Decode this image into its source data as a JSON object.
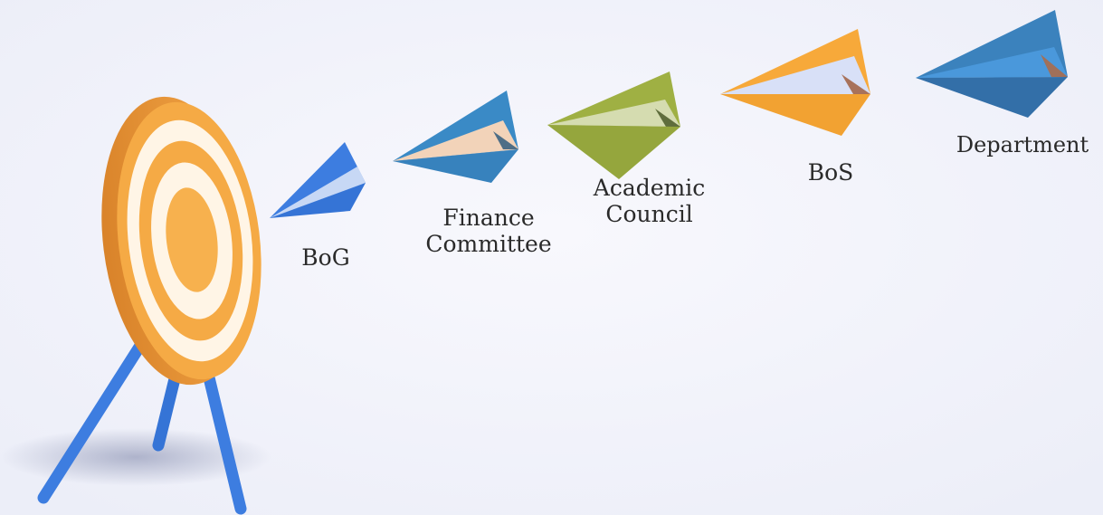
{
  "stages": [
    {
      "id": "department",
      "lines": [
        "Department"
      ],
      "color": "#3b82bd"
    },
    {
      "id": "bos",
      "lines": [
        "BoS"
      ],
      "color": "#f7a93a"
    },
    {
      "id": "academic-council",
      "lines": [
        "Academic",
        "Council"
      ],
      "color": "#9fb043"
    },
    {
      "id": "finance-committee",
      "lines": [
        "Finance",
        "Committee"
      ],
      "color": "#3a8ac6"
    },
    {
      "id": "bog",
      "lines": [
        "BoG"
      ],
      "color": "#3d7de0"
    }
  ],
  "target": {
    "icon": "target-icon",
    "ring_colors": [
      "#f0a03a",
      "#fff6e8"
    ],
    "stand_color": "#3d7de0"
  }
}
